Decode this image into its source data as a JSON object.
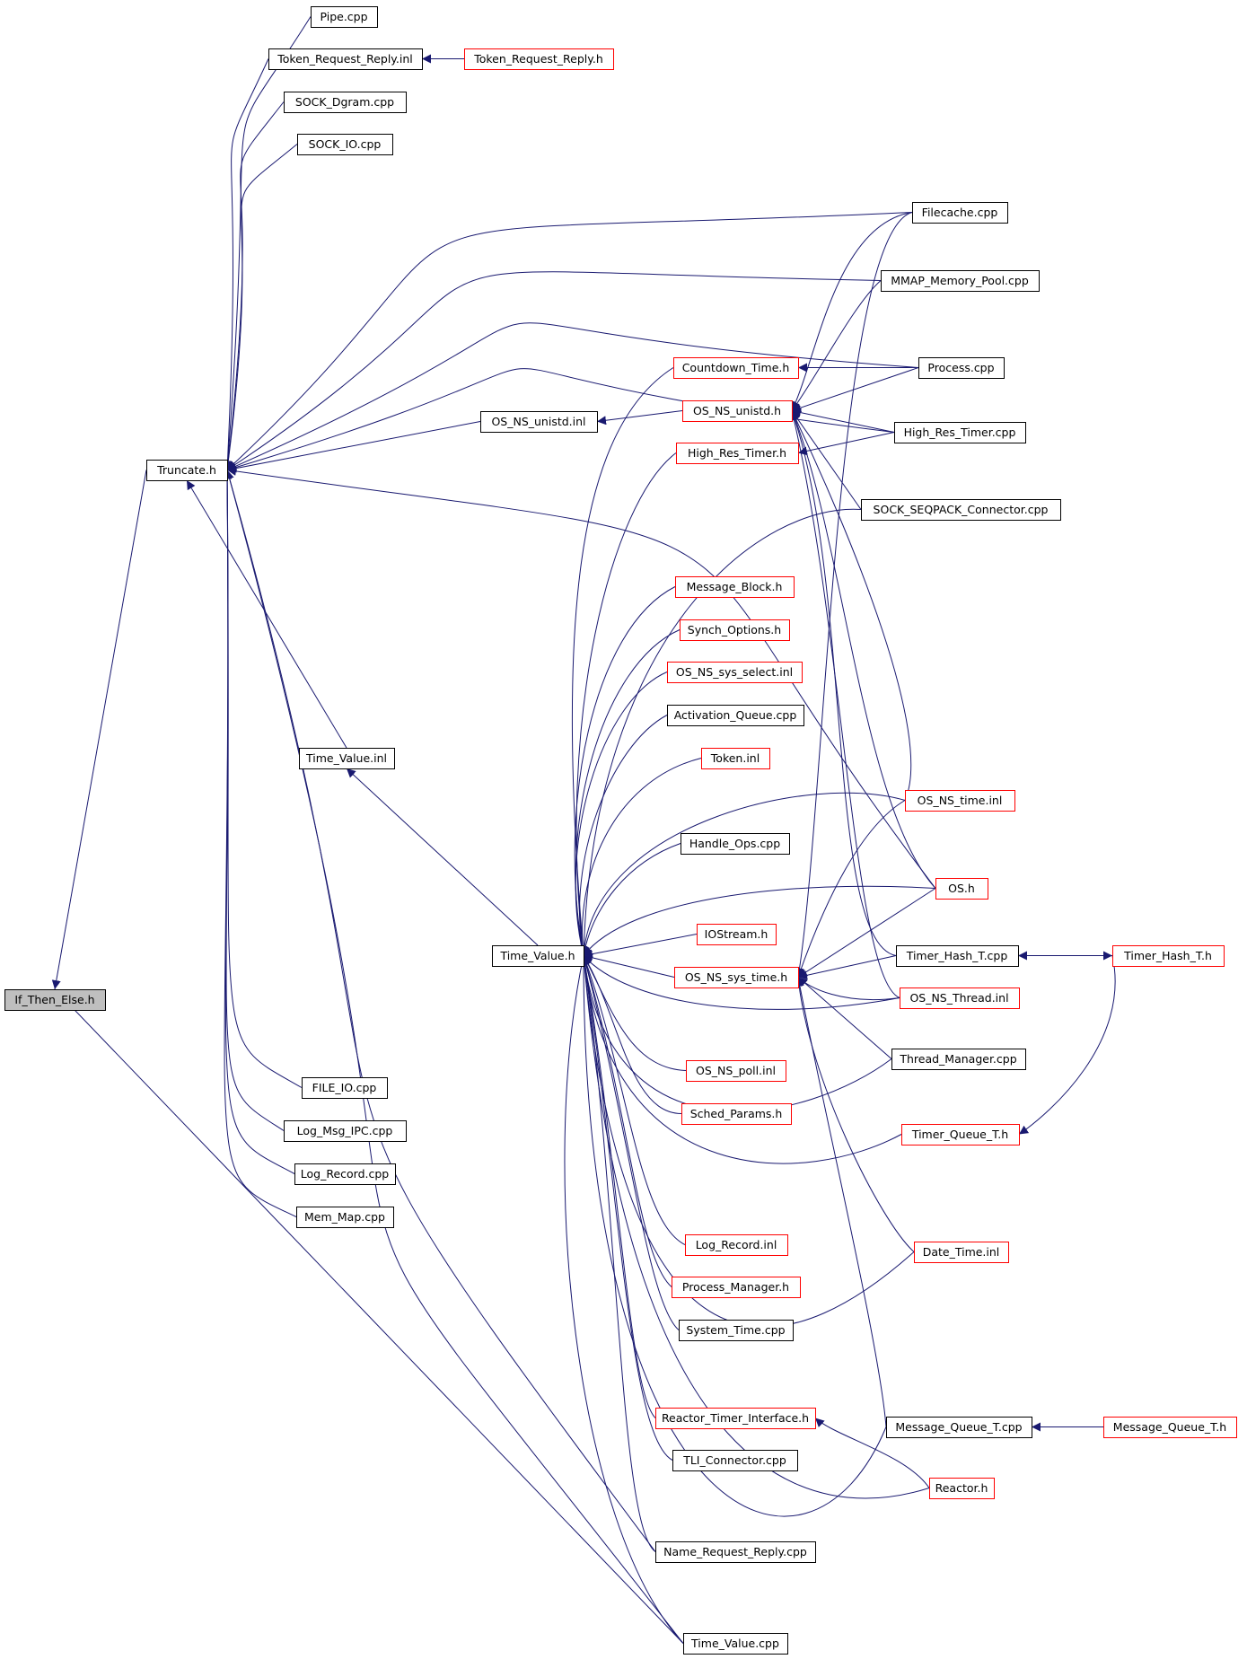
{
  "colors": {
    "edge": "#191970",
    "node_border_documented": "#000000",
    "node_border_undocumented": "#ff0000",
    "node_fill": "#ffffff",
    "root_fill": "#bfbfbf"
  },
  "nodes": [
    {
      "id": "if_then_else",
      "label": "If_Then_Else.h",
      "border": "black",
      "root": true
    },
    {
      "id": "truncate",
      "label": "Truncate.h",
      "border": "black"
    },
    {
      "id": "pipe",
      "label": "Pipe.cpp",
      "border": "black"
    },
    {
      "id": "trr_inl",
      "label": "Token_Request_Reply.inl",
      "border": "black"
    },
    {
      "id": "trr_h",
      "label": "Token_Request_Reply.h",
      "border": "red"
    },
    {
      "id": "sock_dgram",
      "label": "SOCK_Dgram.cpp",
      "border": "black"
    },
    {
      "id": "sock_io",
      "label": "SOCK_IO.cpp",
      "border": "black"
    },
    {
      "id": "filecache",
      "label": "Filecache.cpp",
      "border": "black"
    },
    {
      "id": "mmap",
      "label": "MMAP_Memory_Pool.cpp",
      "border": "black"
    },
    {
      "id": "countdown",
      "label": "Countdown_Time.h",
      "border": "red"
    },
    {
      "id": "process",
      "label": "Process.cpp",
      "border": "black"
    },
    {
      "id": "os_unistd_h",
      "label": "OS_NS_unistd.h",
      "border": "red"
    },
    {
      "id": "os_unistd_inl",
      "label": "OS_NS_unistd.inl",
      "border": "black"
    },
    {
      "id": "hrt_cpp",
      "label": "High_Res_Timer.cpp",
      "border": "black"
    },
    {
      "id": "hrt_h",
      "label": "High_Res_Timer.h",
      "border": "red"
    },
    {
      "id": "seqpack",
      "label": "SOCK_SEQPACK_Connector.cpp",
      "border": "black"
    },
    {
      "id": "msg_block",
      "label": "Message_Block.h",
      "border": "red"
    },
    {
      "id": "synch_opts",
      "label": "Synch_Options.h",
      "border": "red"
    },
    {
      "id": "select_inl",
      "label": "OS_NS_sys_select.inl",
      "border": "red"
    },
    {
      "id": "activation",
      "label": "Activation_Queue.cpp",
      "border": "black"
    },
    {
      "id": "time_value_inl",
      "label": "Time_Value.inl",
      "border": "black"
    },
    {
      "id": "token_inl",
      "label": "Token.inl",
      "border": "red"
    },
    {
      "id": "os_time_inl",
      "label": "OS_NS_time.inl",
      "border": "red"
    },
    {
      "id": "handle_ops",
      "label": "Handle_Ops.cpp",
      "border": "black"
    },
    {
      "id": "os_h",
      "label": "OS.h",
      "border": "red"
    },
    {
      "id": "iostream",
      "label": "IOStream.h",
      "border": "red"
    },
    {
      "id": "time_value_h",
      "label": "Time_Value.h",
      "border": "black"
    },
    {
      "id": "timer_hash_cpp",
      "label": "Timer_Hash_T.cpp",
      "border": "black"
    },
    {
      "id": "timer_hash_h",
      "label": "Timer_Hash_T.h",
      "border": "red"
    },
    {
      "id": "sys_time_h",
      "label": "OS_NS_sys_time.h",
      "border": "red"
    },
    {
      "id": "os_thread_inl",
      "label": "OS_NS_Thread.inl",
      "border": "red"
    },
    {
      "id": "thread_mgr",
      "label": "Thread_Manager.cpp",
      "border": "black"
    },
    {
      "id": "poll_inl",
      "label": "OS_NS_poll.inl",
      "border": "red"
    },
    {
      "id": "file_io",
      "label": "FILE_IO.cpp",
      "border": "black"
    },
    {
      "id": "sched_params",
      "label": "Sched_Params.h",
      "border": "red"
    },
    {
      "id": "log_msg_ipc",
      "label": "Log_Msg_IPC.cpp",
      "border": "black"
    },
    {
      "id": "timer_queue",
      "label": "Timer_Queue_T.h",
      "border": "red"
    },
    {
      "id": "log_record_cpp",
      "label": "Log_Record.cpp",
      "border": "black"
    },
    {
      "id": "mem_map",
      "label": "Mem_Map.cpp",
      "border": "black"
    },
    {
      "id": "log_record_inl",
      "label": "Log_Record.inl",
      "border": "red"
    },
    {
      "id": "date_time",
      "label": "Date_Time.inl",
      "border": "red"
    },
    {
      "id": "process_mgr",
      "label": "Process_Manager.h",
      "border": "red"
    },
    {
      "id": "system_time",
      "label": "System_Time.cpp",
      "border": "black"
    },
    {
      "id": "rti",
      "label": "Reactor_Timer_Interface.h",
      "border": "red"
    },
    {
      "id": "mq_cpp",
      "label": "Message_Queue_T.cpp",
      "border": "black"
    },
    {
      "id": "mq_h",
      "label": "Message_Queue_T.h",
      "border": "red"
    },
    {
      "id": "tli",
      "label": "TLI_Connector.cpp",
      "border": "black"
    },
    {
      "id": "reactor",
      "label": "Reactor.h",
      "border": "red"
    },
    {
      "id": "name_rr",
      "label": "Name_Request_Reply.cpp",
      "border": "black"
    },
    {
      "id": "time_value_cpp",
      "label": "Time_Value.cpp",
      "border": "black"
    }
  ],
  "edges": [
    [
      "truncate",
      "if_then_else"
    ],
    [
      "time_value_cpp",
      "if_then_else"
    ],
    [
      "pipe",
      "truncate"
    ],
    [
      "trr_inl",
      "truncate"
    ],
    [
      "sock_dgram",
      "truncate"
    ],
    [
      "sock_io",
      "truncate"
    ],
    [
      "filecache",
      "truncate"
    ],
    [
      "mmap",
      "truncate"
    ],
    [
      "process",
      "truncate"
    ],
    [
      "hrt_cpp",
      "truncate"
    ],
    [
      "os_unistd_inl",
      "truncate"
    ],
    [
      "os_h",
      "truncate"
    ],
    [
      "time_value_inl",
      "truncate"
    ],
    [
      "file_io",
      "truncate"
    ],
    [
      "log_msg_ipc",
      "truncate"
    ],
    [
      "log_record_cpp",
      "truncate"
    ],
    [
      "mem_map",
      "truncate"
    ],
    [
      "name_rr",
      "truncate"
    ],
    [
      "time_value_cpp",
      "truncate"
    ],
    [
      "trr_h",
      "trr_inl"
    ],
    [
      "os_unistd_h",
      "os_unistd_inl"
    ],
    [
      "process",
      "countdown"
    ],
    [
      "hrt_cpp",
      "hrt_h"
    ],
    [
      "filecache",
      "os_unistd_h"
    ],
    [
      "mmap",
      "os_unistd_h"
    ],
    [
      "process",
      "os_unistd_h"
    ],
    [
      "hrt_cpp",
      "os_unistd_h"
    ],
    [
      "seqpack",
      "os_unistd_h"
    ],
    [
      "os_time_inl",
      "os_unistd_h"
    ],
    [
      "os_h",
      "os_unistd_h"
    ],
    [
      "timer_hash_cpp",
      "os_unistd_h"
    ],
    [
      "os_thread_inl",
      "os_unistd_h"
    ],
    [
      "time_value_h",
      "time_value_inl"
    ],
    [
      "countdown",
      "time_value_h"
    ],
    [
      "hrt_h",
      "time_value_h"
    ],
    [
      "seqpack",
      "time_value_h"
    ],
    [
      "msg_block",
      "time_value_h"
    ],
    [
      "synch_opts",
      "time_value_h"
    ],
    [
      "select_inl",
      "time_value_h"
    ],
    [
      "activation",
      "time_value_h"
    ],
    [
      "token_inl",
      "time_value_h"
    ],
    [
      "os_time_inl",
      "time_value_h"
    ],
    [
      "handle_ops",
      "time_value_h"
    ],
    [
      "os_h",
      "time_value_h"
    ],
    [
      "iostream",
      "time_value_h"
    ],
    [
      "sys_time_h",
      "time_value_h"
    ],
    [
      "os_thread_inl",
      "time_value_h"
    ],
    [
      "poll_inl",
      "time_value_h"
    ],
    [
      "sched_params",
      "time_value_h"
    ],
    [
      "thread_mgr",
      "time_value_h"
    ],
    [
      "timer_queue",
      "time_value_h"
    ],
    [
      "log_record_inl",
      "time_value_h"
    ],
    [
      "process_mgr",
      "time_value_h"
    ],
    [
      "system_time",
      "time_value_h"
    ],
    [
      "date_time",
      "time_value_h"
    ],
    [
      "rti",
      "time_value_h"
    ],
    [
      "tli",
      "time_value_h"
    ],
    [
      "reactor",
      "time_value_h"
    ],
    [
      "name_rr",
      "time_value_h"
    ],
    [
      "mq_cpp",
      "time_value_h"
    ],
    [
      "time_value_cpp",
      "time_value_h"
    ],
    [
      "os_time_inl",
      "sys_time_h"
    ],
    [
      "os_h",
      "sys_time_h"
    ],
    [
      "timer_hash_cpp",
      "sys_time_h"
    ],
    [
      "os_thread_inl",
      "sys_time_h"
    ],
    [
      "thread_mgr",
      "sys_time_h"
    ],
    [
      "date_time",
      "sys_time_h"
    ],
    [
      "mq_cpp",
      "sys_time_h"
    ],
    [
      "filecache",
      "sys_time_h"
    ],
    [
      "timer_hash_h",
      "timer_hash_cpp"
    ],
    [
      "timer_hash_cpp",
      "timer_hash_h"
    ],
    [
      "timer_hash_h",
      "timer_queue"
    ],
    [
      "reactor",
      "rti"
    ],
    [
      "mq_h",
      "mq_cpp"
    ]
  ]
}
